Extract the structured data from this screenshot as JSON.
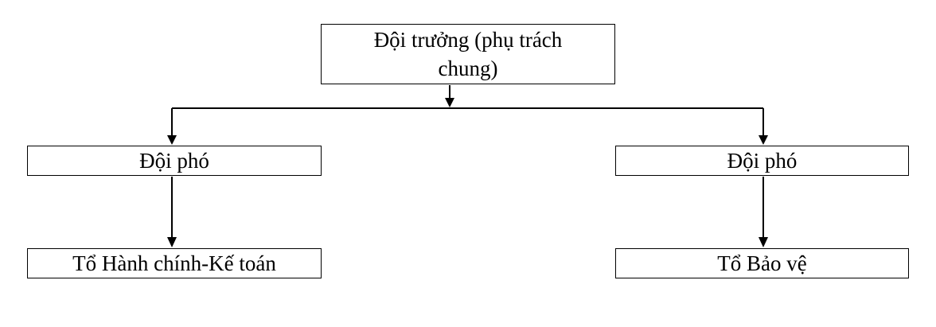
{
  "org_chart": {
    "root": {
      "label": "Đội trưởng (phụ trách chung)"
    },
    "deputies": [
      {
        "label": "Đội phó"
      },
      {
        "label": "Đội phó"
      }
    ],
    "teams": [
      {
        "label": "Tổ Hành chính-Kế toán"
      },
      {
        "label": "Tổ Bảo vệ"
      }
    ]
  },
  "colors": {
    "line": "#000000",
    "box_border": "#000000",
    "background": "#ffffff"
  }
}
